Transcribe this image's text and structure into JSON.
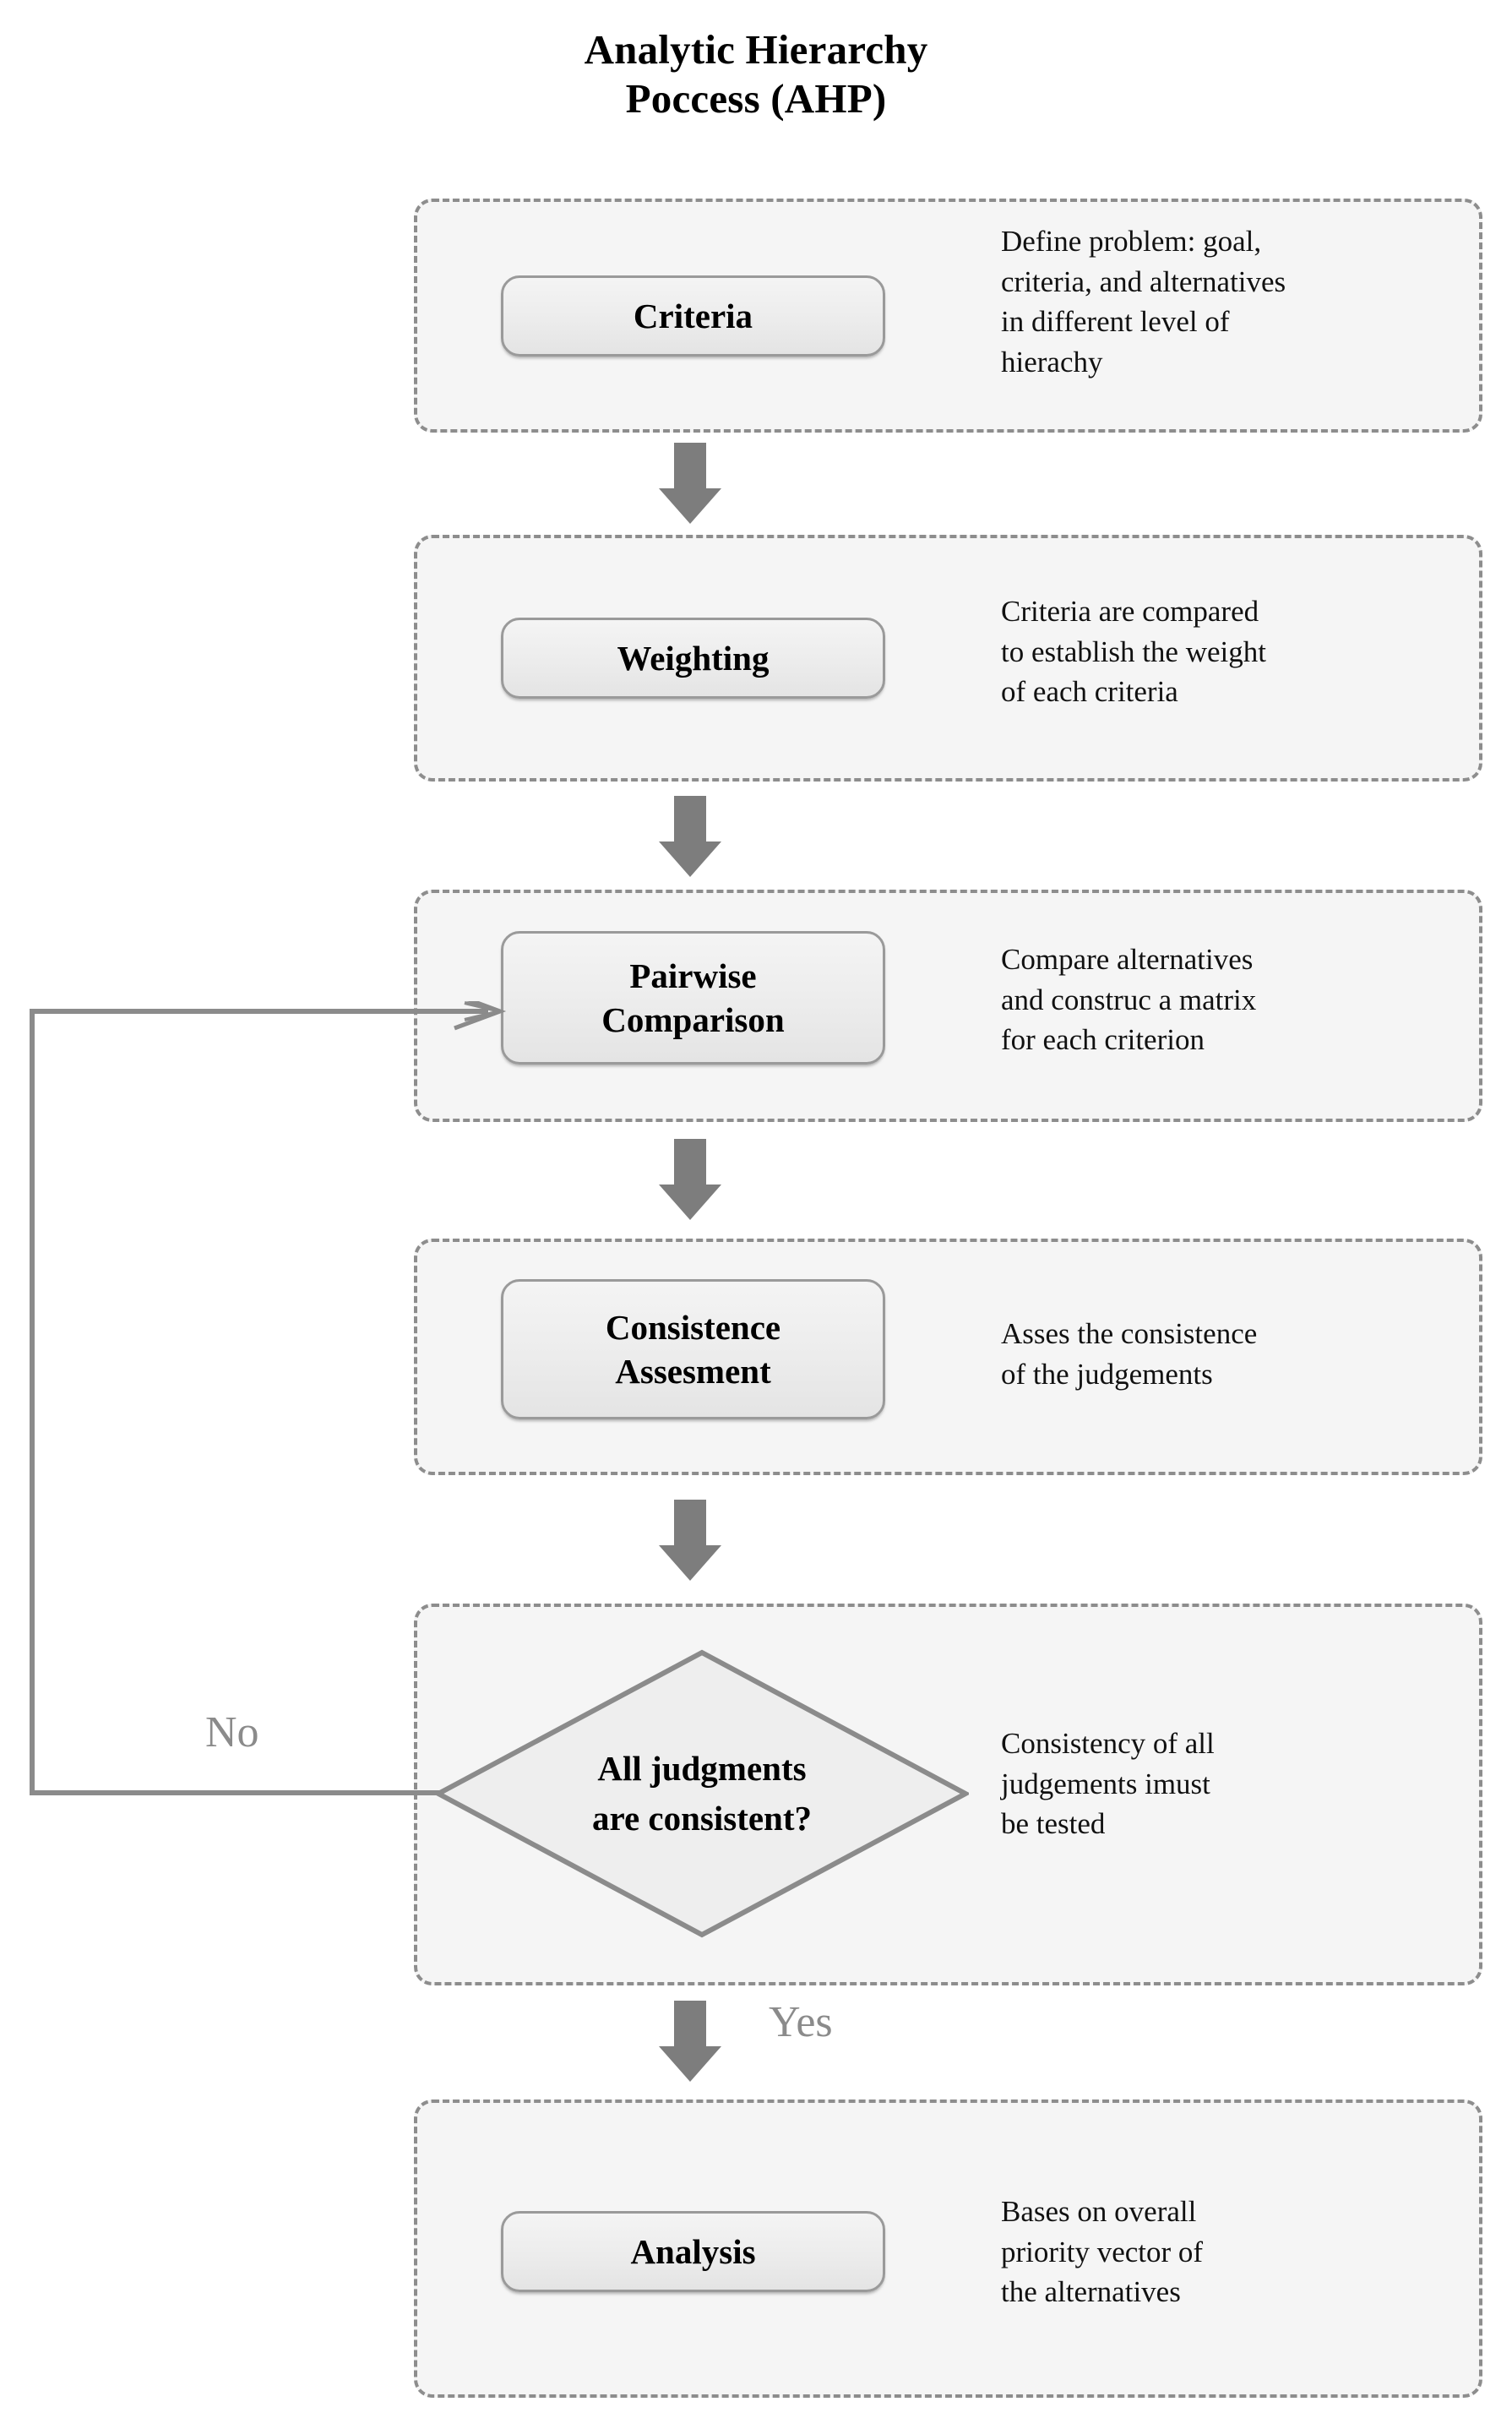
{
  "title": {
    "line1": "Analytic Hierarchy",
    "line2": "Poccess (AHP)"
  },
  "steps": [
    {
      "id": "criteria",
      "label": "Criteria",
      "label_line1": "Criteria",
      "label_line2": "",
      "description": "Define problem: goal,\ncriteria, and alternatives\nin different level of\nhierachy"
    },
    {
      "id": "weighting",
      "label": "Weighting",
      "label_line1": "Weighting",
      "label_line2": "",
      "description": "Criteria are compared\nto establish the weight\nof each criteria"
    },
    {
      "id": "pairwise-comparison",
      "label": "Pairwise Comparison",
      "label_line1": "Pairwise",
      "label_line2": "Comparison",
      "description": "Compare alternatives\nand construc a matrix\nfor each criterion"
    },
    {
      "id": "consistence-assesment",
      "label": "Consistence Assesment",
      "label_line1": "Consistence",
      "label_line2": "Assesment",
      "description": "Asses the consistence\nof the judgements"
    },
    {
      "id": "all-judgments-consistent",
      "label": "All judgments are consistent?",
      "label_line1": "All judgments",
      "label_line2": "are consistent?",
      "description": "Consistency of all\njudgements imust\nbe tested"
    },
    {
      "id": "analysis",
      "label": "Analysis",
      "label_line1": "Analysis",
      "label_line2": "",
      "description": "Bases on overall\npriority vector of\nthe alternatives"
    }
  ],
  "branches": {
    "no_label": "No",
    "yes_label": "Yes"
  },
  "colors": {
    "stage_fill": "#f5f5f5",
    "stage_border": "#8d8d8d",
    "node_border": "#9a9a9a",
    "node_fill": "#ececec",
    "arrow_grey": "#7d7d7d",
    "connector_grey": "#8b8b8b",
    "text_black": "#000000",
    "branch_label_grey": "#8b8b8b"
  }
}
